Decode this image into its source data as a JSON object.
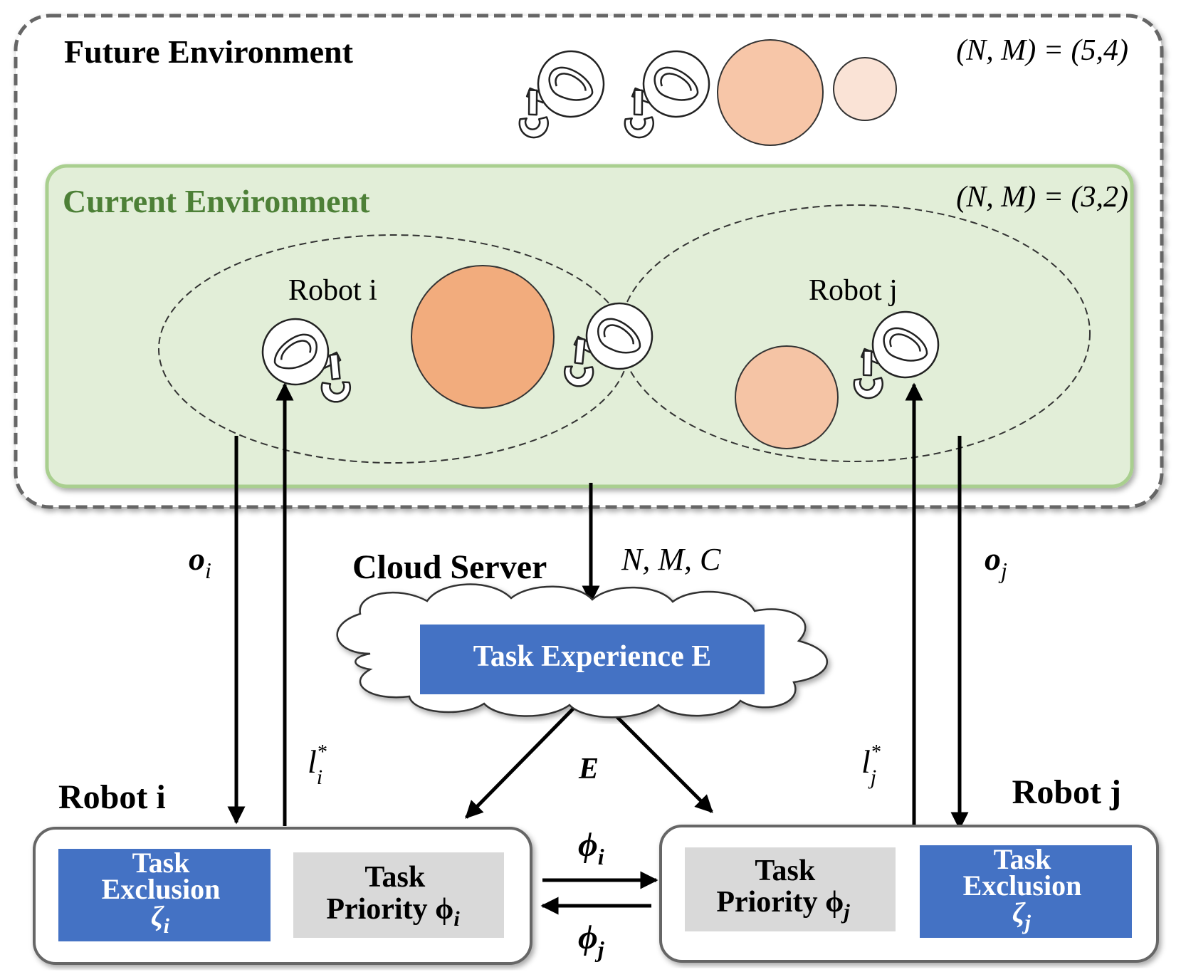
{
  "future_env": {
    "title": "Future Environment",
    "nm_label": "(N, M) = (5,4)",
    "colors": {
      "task_big": "#f7c6a8",
      "task_small": "#fae3d6"
    }
  },
  "current_env": {
    "title": "Current Environment",
    "nm_label": "(N, M) = (3,2)",
    "robot_i_label": "Robot i",
    "robot_j_label": "Robot j",
    "colors": {
      "panel_fill": "#e2eed8",
      "panel_border": "#a9cf8f",
      "title": "#4d8037",
      "task_dark": "#f2ac7d",
      "task_light": "#f5c4a5"
    }
  },
  "cloud": {
    "title": "Cloud Server",
    "task_experience": "Task Experience E",
    "input_label": "N, M, C",
    "output_label": "E",
    "box_color": "#4472c4"
  },
  "robot_i": {
    "label": "Robot i",
    "observation": "o",
    "observation_sub": "i",
    "feedback": "l",
    "feedback_sub": "i",
    "feedback_sup": "*",
    "exclusion": [
      "Task",
      "Exclusion",
      "ζ"
    ],
    "exclusion_sub": "i",
    "priority": [
      "Task",
      "Priority ϕ"
    ],
    "priority_sub": "i"
  },
  "robot_j": {
    "label": "Robot j",
    "observation": "o",
    "observation_sub": "j",
    "feedback": "l",
    "feedback_sub": "j",
    "feedback_sup": "*",
    "exclusion": [
      "Task",
      "Exclusion",
      "ζ"
    ],
    "exclusion_sub": "j",
    "priority": [
      "Task",
      "Priority ϕ"
    ],
    "priority_sub": "j"
  },
  "exchange": {
    "phi_i": "ϕ",
    "phi_i_sub": "i",
    "phi_j": "ϕ",
    "phi_j_sub": "j"
  },
  "colors": {
    "exclusion_box": "#4472c4",
    "priority_box": "#d9d9d9"
  }
}
